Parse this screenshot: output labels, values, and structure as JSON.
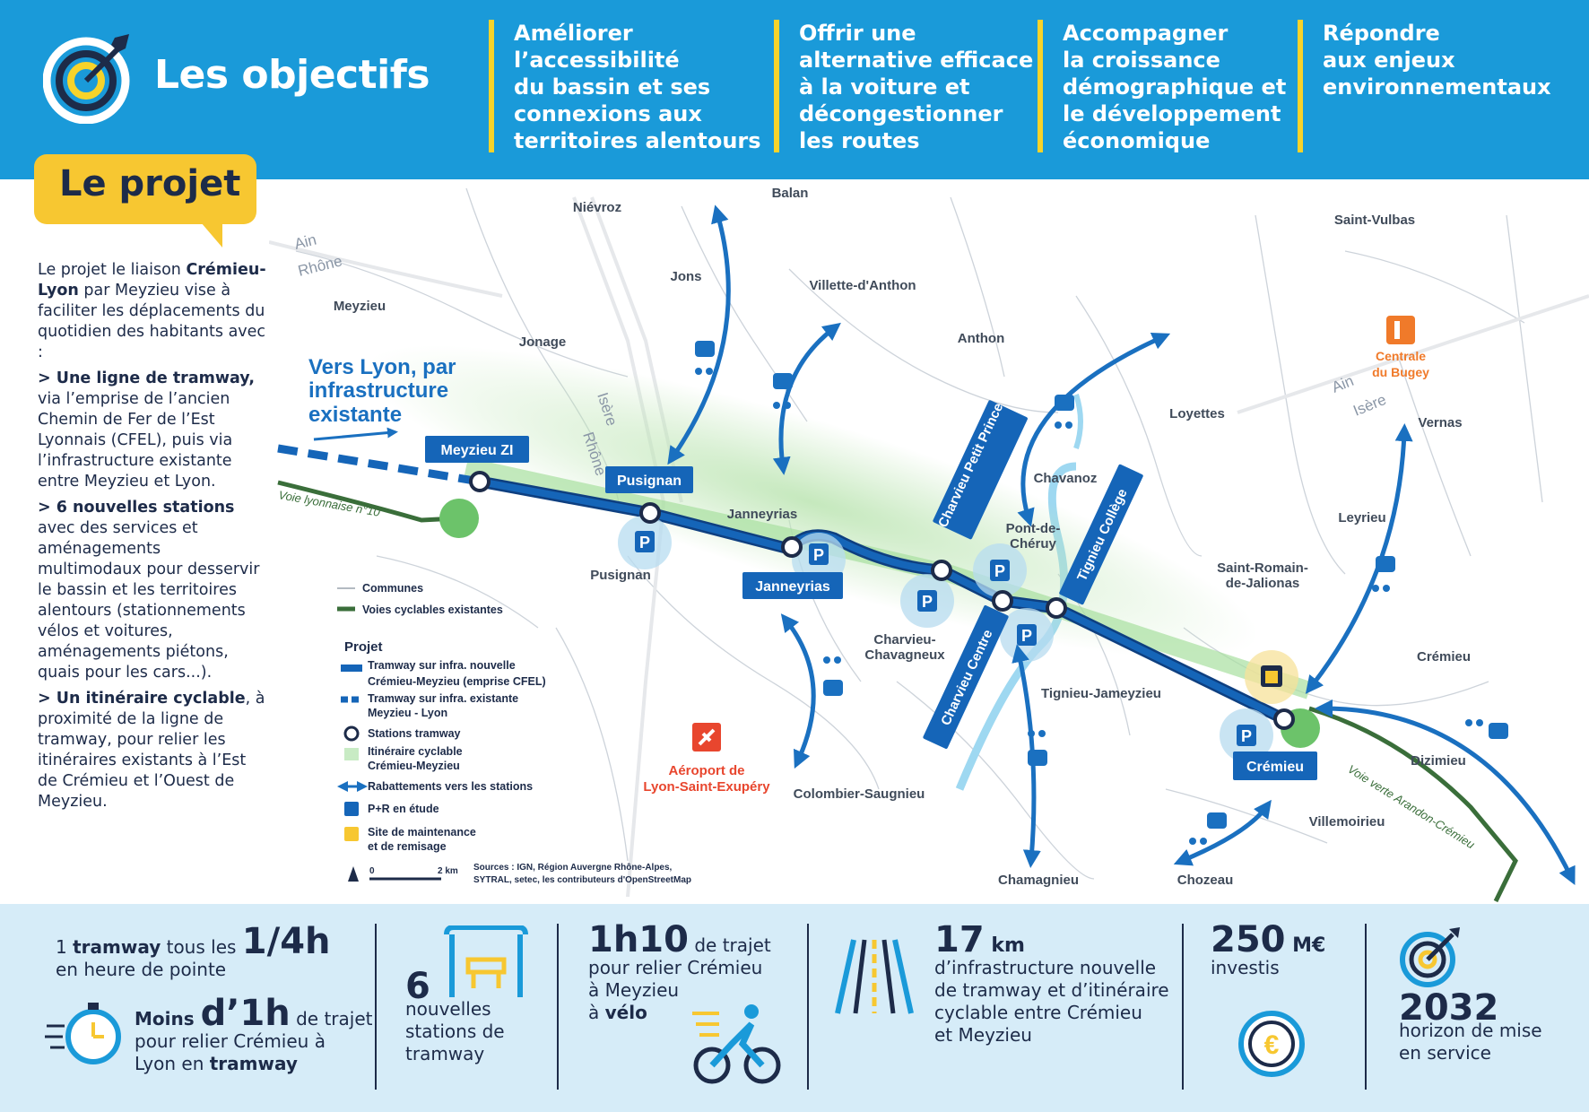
{
  "header": {
    "title": "Les objectifs",
    "objectives": [
      [
        "Améliorer",
        "l’accessibilité",
        "du bassin et ses",
        "connexions aux",
        "territoires alentours"
      ],
      [
        "Offrir une",
        "alternative efficace",
        "à la voiture et",
        "décongestionner",
        "les routes"
      ],
      [
        "Accompagner",
        "la croissance",
        "démographique et",
        "le développement",
        "économique"
      ],
      [
        "Répondre",
        "aux enjeux",
        "environnementaux"
      ]
    ]
  },
  "projet": {
    "title": "Le projet",
    "intro_a": "Le projet le liaison ",
    "intro_bold": "Crémieu-Lyon",
    "intro_b": " par Meyzieu vise à faciliter les déplacements du quotidien des habitants avec :",
    "p1_bold": "> Une ligne de tramway,",
    "p1_text": " via l’emprise de l’ancien Chemin de Fer de l’Est Lyonnais (CFEL), puis via l’infrastructure existante entre Meyzieu et Lyon.",
    "p2_bold": "> 6 nouvelles stations",
    "p2_text": " avec des services et aménagements multimodaux pour desservir le bassin et les territoires alentours (stationnements vélos et voitures, aménagements piétons, quais pour les cars...).",
    "p3_bold": "> Un itinéraire cyclable",
    "p3_text": ", à proximité de la ligne de tramway, pour relier les itinéraires existants à l’Est de Crémieu et l’Ouest de Meyzieu."
  },
  "map": {
    "towns": [
      "Niévroz",
      "Balan",
      "Saint-Vulbas",
      "Jons",
      "Villette-d'Anthon",
      "Meyzieu",
      "Jonage",
      "Anthon",
      "Loyettes",
      "Vernas",
      "Chavanoz",
      "Pont-de-",
      "Chéruy",
      "Janneyrias",
      "Leyrieu",
      "Saint-Romain-",
      "de-Jalionas",
      "Pusignan",
      "Charvieu-",
      "Chavagneux",
      "Tignieu-Jameyzieu",
      "Crémieu",
      "Dizimieu",
      "Villemoirieu",
      "Colombier-Saugnieu",
      "Chamagnieu",
      "Chozeau"
    ],
    "rivers": [
      "Ain",
      "Rhône",
      "Isère",
      "Rhône",
      "Ain",
      "Isère"
    ],
    "vers_lyon": [
      "Vers Lyon, par",
      "infrastructure",
      "existante"
    ],
    "stations": [
      "Meyzieu ZI",
      "Pusignan",
      "Janneyrias",
      "Charvieu Petit Prince",
      "Charvieu Centre",
      "Tignieu Collège",
      "Crémieu"
    ],
    "airport": [
      "Aéroport de",
      "Lyon-Saint-Exupéry"
    ],
    "bugey": [
      "Centrale",
      "du Bugey"
    ],
    "voie_lyonnaise": "Voie lyonnaise n°10",
    "voie_verte": "Voie verte Arandon-Crémieu",
    "legend": {
      "communes": "Communes",
      "voies_cyclables": "Voies cyclables existantes",
      "projet": "Projet",
      "tram_new": [
        "Tramway sur infra. nouvelle",
        "Crémieu-Meyzieu (emprise CFEL)"
      ],
      "tram_existing": [
        "Tramway sur infra. existante",
        "Meyzieu - Lyon"
      ],
      "stations": "Stations tramway",
      "itineraire": [
        "Itinéraire cyclable",
        "Crémieu-Meyzieu"
      ],
      "rabattements": "Rabattements vers les stations",
      "pr": "P+R en étude",
      "maintenance": [
        "Site de maintenance",
        "et de remisage"
      ],
      "scale_0": "0",
      "scale_2": "2 km",
      "sources": [
        "Sources : IGN, Région Auvergne Rhône-Alpes,",
        "SYTRAL, setec, les contributeurs d'OpenStreetMap"
      ]
    }
  },
  "stats": {
    "s1_a": "1 ",
    "s1_b": "tramway",
    "s1_c": " tous les ",
    "s1_big": "1/4h",
    "s1_d": "en heure de pointe",
    "s1_moins": "Moins ",
    "s1_big2": "d’1h",
    "s1_e": " de trajet",
    "s1_f": "pour relier Crémieu à",
    "s1_g": "Lyon en ",
    "s1_h": "tramway",
    "s2_big": "6",
    "s2_lines": [
      "nouvelles",
      "stations de",
      "tramway"
    ],
    "s3_big": "1h10",
    "s3_a": " de trajet",
    "s3_lines": [
      "pour relier Crémieu",
      "à Meyzieu"
    ],
    "s3_b": "à ",
    "s3_c": "vélo",
    "s4_big": "17",
    "s4_unit": " km",
    "s4_lines": [
      "d’infrastructure nouvelle",
      "de tramway et d’itinéraire",
      "cyclable entre Crémieu",
      "et Meyzieu"
    ],
    "s5_big": "250",
    "s5_unit": " M€",
    "s5_line": "investis",
    "s6_big": "2032",
    "s6_lines": [
      "horizon de mise",
      "en service"
    ]
  },
  "colors": {
    "blue": "#1a9ad9",
    "navy": "#1d2b49",
    "yellow": "#f7c731",
    "tram": "#1565b8",
    "green": "#8fd68a",
    "orange": "#f07a2a",
    "red": "#e8462e"
  }
}
